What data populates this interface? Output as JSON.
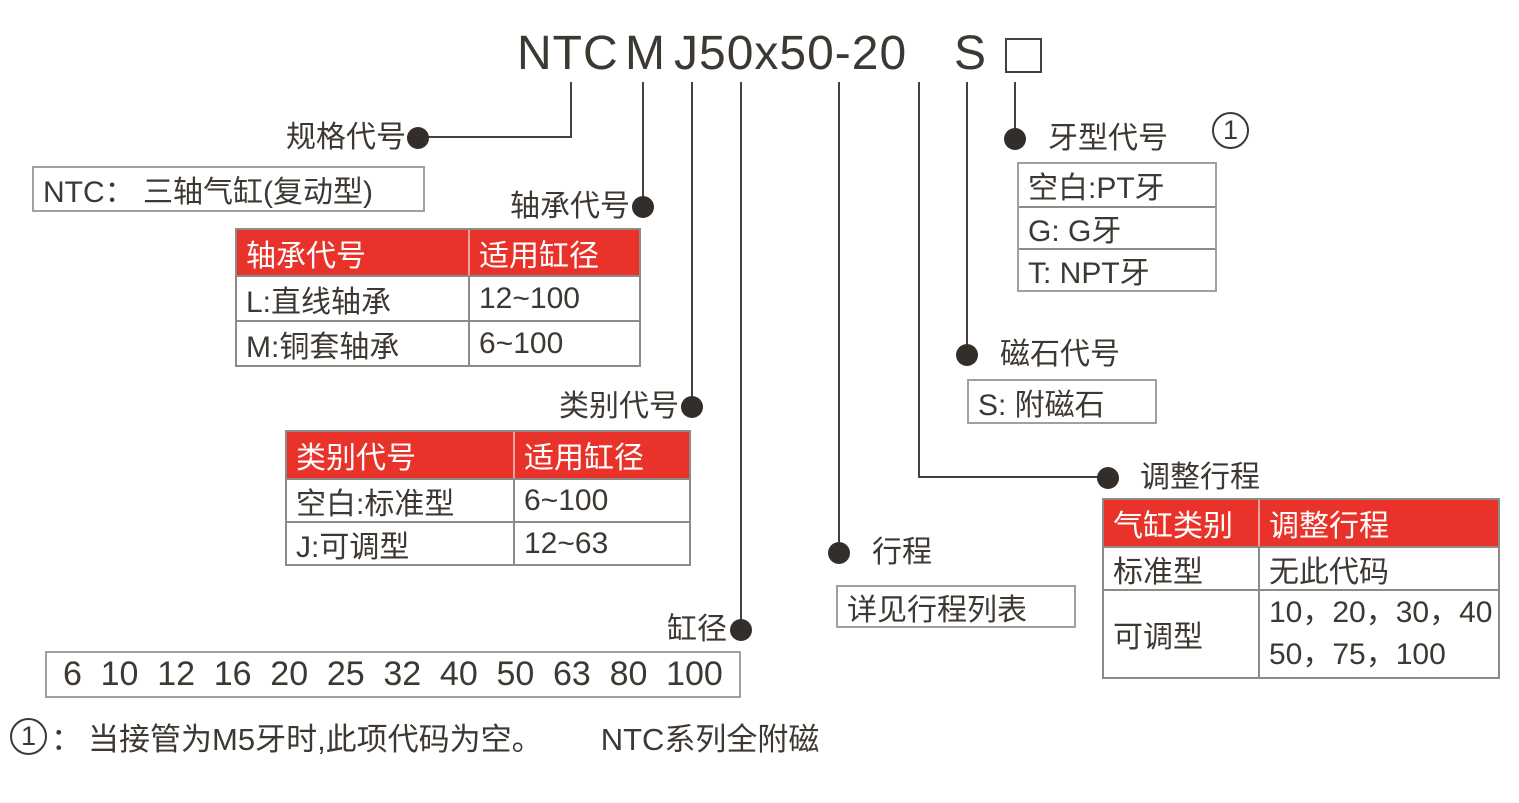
{
  "accent_color": "#e8322a",
  "ink_color": "#3e3833",
  "model_code": {
    "spec": "NTC",
    "bearing": "M",
    "category": "J",
    "bore_stroke": "50x50-20",
    "magnet": "S"
  },
  "callouts": {
    "spec": {
      "label": "规格代号"
    },
    "bearing": {
      "label": "轴承代号"
    },
    "category": {
      "label": "类别代号"
    },
    "bore": {
      "label": "缸径"
    },
    "stroke": {
      "label": "行程"
    },
    "adjust": {
      "label": "调整行程"
    },
    "magnet": {
      "label": "磁石代号"
    },
    "thread": {
      "label": "牙型代号",
      "footnote_mark": "1"
    }
  },
  "spec_box": {
    "text": "NTC： 三轴气缸(复动型)"
  },
  "bearing_table": {
    "headers": [
      "轴承代号",
      "适用缸径"
    ],
    "rows": [
      [
        "L:直线轴承",
        "12~100"
      ],
      [
        "M:铜套轴承",
        "6~100"
      ]
    ]
  },
  "category_table": {
    "headers": [
      "类别代号",
      "适用缸径"
    ],
    "rows": [
      [
        "空白:标准型",
        "6~100"
      ],
      [
        "J:可调型",
        "12~63"
      ]
    ]
  },
  "thread_table": {
    "rows": [
      "空白:PT牙",
      "G: G牙",
      "T: NPT牙"
    ]
  },
  "magnet_box": {
    "text": "S: 附磁石"
  },
  "stroke_box": {
    "text": "详见行程列表"
  },
  "bore_box": {
    "values": [
      "6",
      "10",
      "12",
      "16",
      "20",
      "25",
      "32",
      "40",
      "50",
      "63",
      "80",
      "100"
    ]
  },
  "adjust_table": {
    "headers": [
      "气缸类别",
      "调整行程"
    ],
    "rows": [
      {
        "type": "标准型",
        "strokes": [
          "无此代码"
        ]
      },
      {
        "type": "可调型",
        "strokes": [
          "10，20，30，40",
          "50，75，100"
        ]
      }
    ]
  },
  "footnote": {
    "mark": "1",
    "separator": "：",
    "text": "当接管为M5牙时,此项代码为空。",
    "suffix": "NTC系列全附磁"
  }
}
